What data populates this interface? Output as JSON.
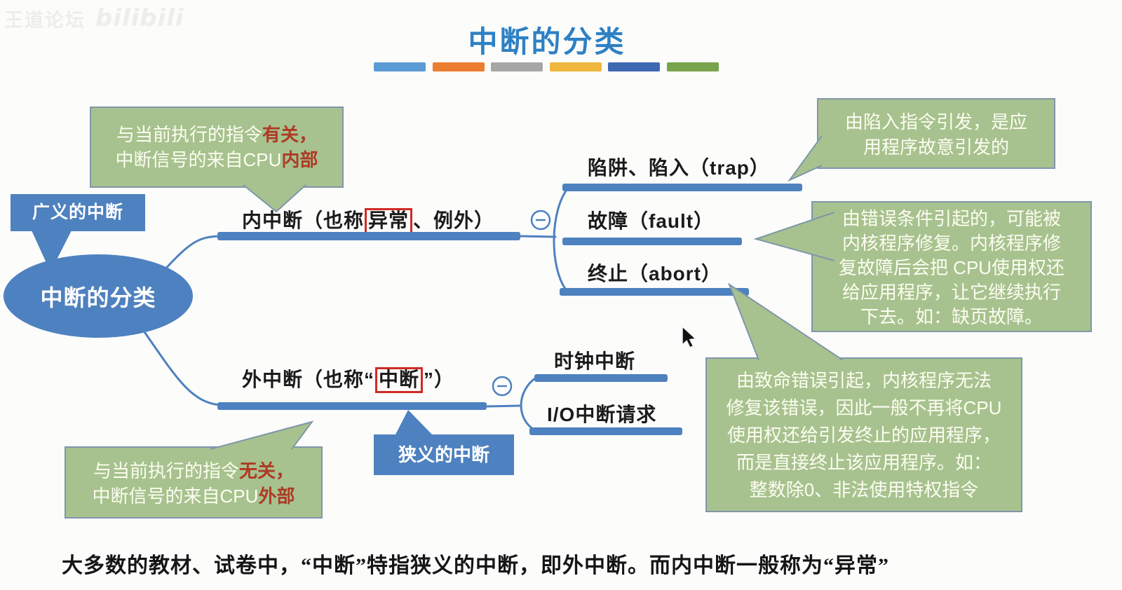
{
  "watermark": {
    "site_label": "王道论坛",
    "logo_label": "bilibili"
  },
  "header": {
    "title": "中断的分类",
    "divider_bar_colors": [
      "#5b9bd5",
      "#ed7d31",
      "#a6a6a6",
      "#f0b63d",
      "#3f68b3",
      "#76a34c"
    ]
  },
  "mindmap": {
    "root_label": "中断的分类",
    "root_tag": "广义的中断",
    "internal": {
      "prefix": "内中断（也称",
      "boxed": "异常",
      "suffix": "、例外）",
      "children": {
        "trap": "陷阱、陷入（trap）",
        "fault": "故障（fault）",
        "abort": "终止（abort）"
      }
    },
    "external": {
      "prefix": "外中断（也称“",
      "boxed": "中断",
      "suffix": "”）",
      "tag": "狭义的中断",
      "children": {
        "clock": "时钟中断",
        "io": "I/O中断请求"
      }
    },
    "collapse_glyph": "−",
    "accent_blue": "#4e81bf",
    "highlight_red": "#cf2b24"
  },
  "callouts": {
    "internal_src": {
      "l1": "与当前执行的指令",
      "l1_red": "有关，",
      "l2": "中断信号的来自CPU",
      "l2_red": "内部"
    },
    "external_src": {
      "l1": "与当前执行的指令",
      "l1_red": "无关，",
      "l2": "中断信号的来自CPU",
      "l2_red": "外部"
    },
    "trap_note": {
      "l1": "由陷入指令引发，是应",
      "l2": "用程序故意引发的"
    },
    "fault_note": {
      "l1": "由错误条件引起的，可能被",
      "l2": "内核程序修复。内核程序修",
      "l3": "复故障后会把 CPU使用权还",
      "l4": "给应用程序，让它继续执行",
      "l5": "下去。如：缺页故障。"
    },
    "abort_note": {
      "l1": "由致命错误引起，内核程序无法",
      "l2": "修复该错误，因此一般不再将CPU",
      "l3": "使用权还给引发终止的应用程序，",
      "l4": "而是直接终止该应用程序。如：",
      "l5": "整数除0、非法使用特权指令"
    }
  },
  "footer": {
    "note": "大多数的教材、试卷中，“中断”特指狭义的中断，即外中断。而内中断一般称为“异常”"
  }
}
